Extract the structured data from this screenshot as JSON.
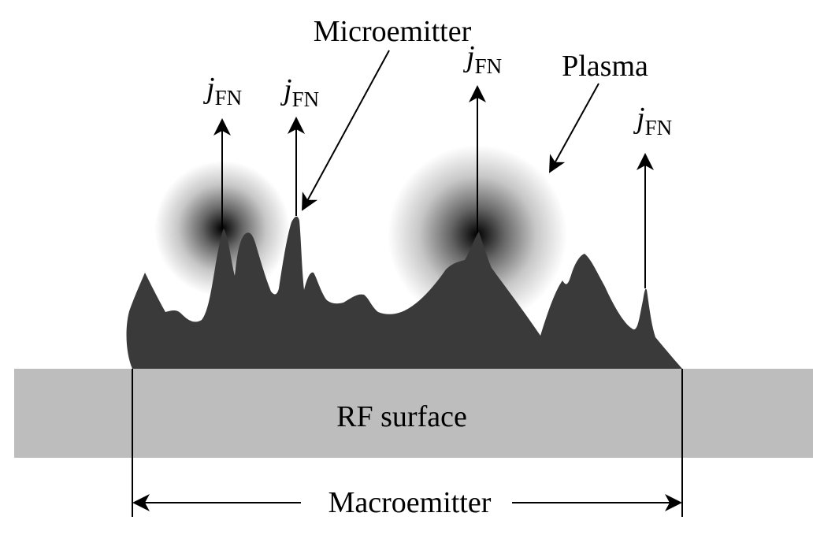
{
  "labels": {
    "microemitter": "Microemitter",
    "plasma": "Plasma",
    "rf_surface": "RF surface",
    "macroemitter": "Macroemitter",
    "current_symbol": "j",
    "current_subscript": "FN"
  },
  "colors": {
    "emitter_fill": "#3a3a3a",
    "surface_fill": "#bdbdbd",
    "ink": "#000000",
    "glow_core": "#000000"
  }
}
